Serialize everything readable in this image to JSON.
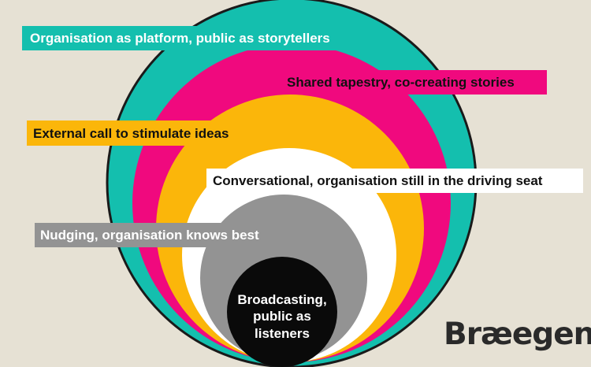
{
  "diagram": {
    "rings": [
      {
        "label": "Organisation as platform, public as storytellers",
        "color": "#14bfae",
        "text_color": "#ffffff"
      },
      {
        "label": "Shared tapestry, co-creating stories",
        "color": "#f0097e",
        "text_color": "#111111"
      },
      {
        "label": "External call to stimulate ideas",
        "color": "#fbb60a",
        "text_color": "#111111"
      },
      {
        "label": "Conversational, organisation still in the driving seat",
        "color": "#ffffff",
        "text_color": "#111111"
      },
      {
        "label": "Nudging, organisation knows best",
        "color": "#939393",
        "text_color": "#ffffff"
      }
    ],
    "center": {
      "line1": "Broadcasting,",
      "line2": "public as",
      "line3": "listeners",
      "color": "#0a0a0a"
    }
  },
  "logo": {
    "text": "Bræegen"
  },
  "colors": {
    "background": "#e6e1d4",
    "outline": "#1a1a1a"
  }
}
